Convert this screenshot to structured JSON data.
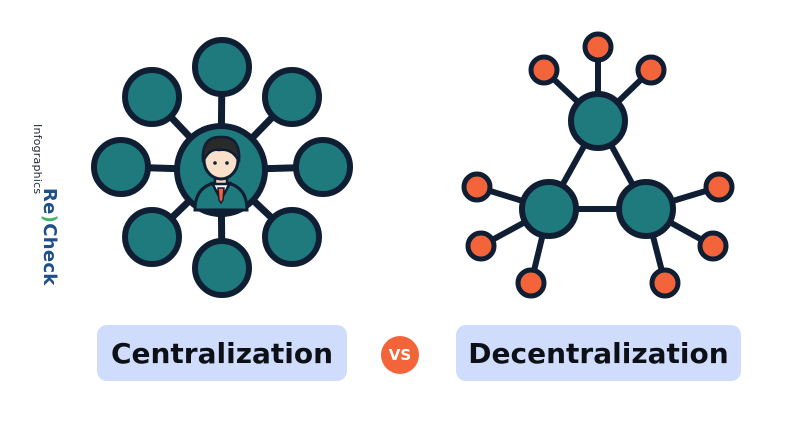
{
  "brand": {
    "small_text": "Infographics",
    "logo_prefix": "Re",
    "logo_mark": ")",
    "logo_suffix": "Check"
  },
  "labels": {
    "left": "Centralization",
    "vs": "VS",
    "right": "Decentralization"
  },
  "colors": {
    "node_fill": "#1e7a7c",
    "node_stroke": "#0f1e33",
    "leaf_fill": "#f4643a",
    "pill_bg": "#cfdcfb",
    "vs_bg": "#f4643a",
    "brand_blue": "#1e4f8a",
    "brand_green": "#3fb56b"
  },
  "icons": {
    "center_person": "person-icon"
  }
}
